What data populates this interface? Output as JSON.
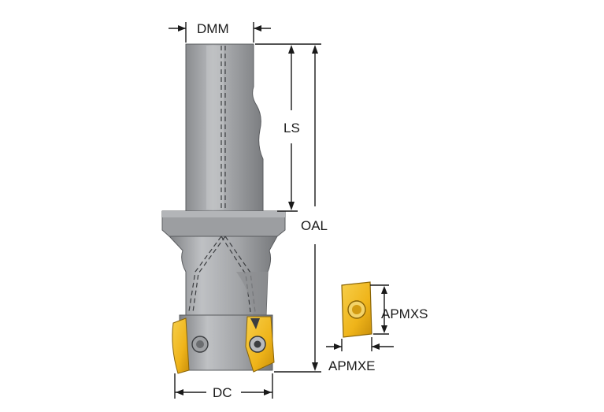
{
  "labels": {
    "dmm": "DMM",
    "ls": "LS",
    "oal": "OAL",
    "dc": "DC",
    "apmxs": "APMXS",
    "apmxe": "APMXE"
  },
  "colors": {
    "body_dark": "#7d7f82",
    "body_mid": "#a4a6a9",
    "body_light": "#c9cbcd",
    "insert_gold": "#f0b81c",
    "insert_shadow": "#c98f0a",
    "line": "#1a1a1a"
  }
}
